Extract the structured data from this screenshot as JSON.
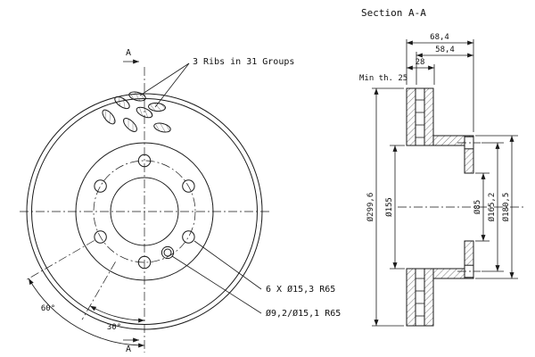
{
  "drawing": {
    "title": "Section A-A",
    "front_view": {
      "section_label_top": "A",
      "section_label_bottom": "A",
      "ribs_note": "3 Ribs in 31 Groups",
      "angle_outer": "60°",
      "angle_inner": "30°",
      "bolt_holes_note": "6 X Ø15,3  R65",
      "pin_hole_note": "Ø9,2/Ø15,1  R65"
    },
    "section_view": {
      "width_total": "68,4",
      "width_hat": "58,4",
      "width_disc": "28",
      "min_thickness": "Min th. 25",
      "dia_outer": "Ø299,6",
      "dia_vent_inner": "Ø155",
      "dia_bore": "Ø85",
      "dia_bolt_circle": "Ø165,2",
      "dia_hat": "Ø180,5"
    }
  }
}
